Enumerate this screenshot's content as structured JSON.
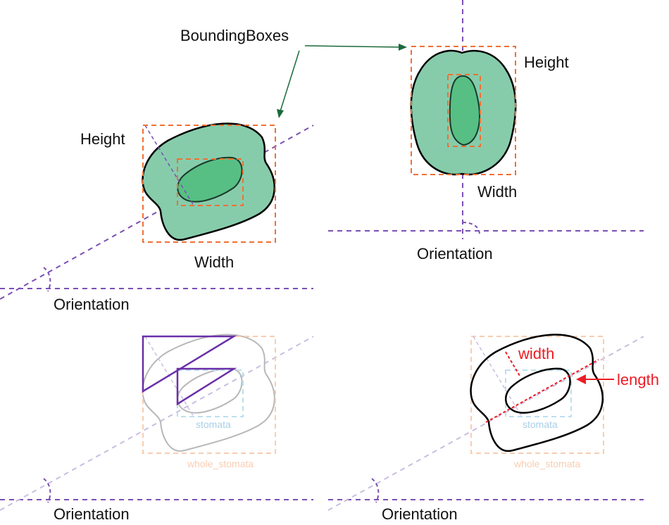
{
  "colors": {
    "orange_box": "#f07033",
    "purple_axis": "#7b4fb5",
    "outer_fill": "#86ccab",
    "inner_fill": "#57bf84",
    "green_arrow": "#1a6a3a",
    "red": "#ec1c24"
  },
  "labels": {
    "bounding_boxes": "BoundingBoxes",
    "tl_height": "Height",
    "tl_width": "Width",
    "tl_orientation": "Orientation",
    "tr_height": "Height",
    "tr_width": "Width",
    "tr_orientation": "Orientation",
    "bl_stomata": "stomata",
    "bl_whole": "whole_stomata",
    "bl_orientation": "Orientation",
    "br_width": "width",
    "br_length": "length",
    "br_stomata": "stomata",
    "br_whole": "whole_stomata",
    "br_orientation": "Orientation"
  }
}
